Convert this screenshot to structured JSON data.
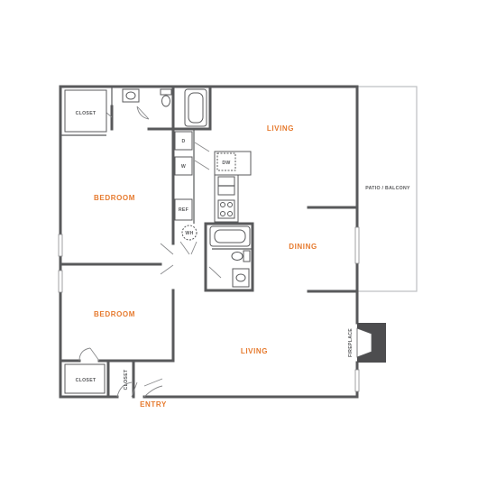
{
  "rooms": {
    "living_top": "LIVING",
    "bedroom_top": "BEDROOM",
    "dining": "DINING",
    "bedroom_bottom": "BEDROOM",
    "living_bottom": "LIVING",
    "entry": "ENTRY"
  },
  "labels": {
    "closet_top": "CLOSET",
    "closet_bottom": "CLOSET",
    "closet_vertical": "CLOSET",
    "patio": "PATIO / BALCONY",
    "fireplace": "FIREPLACE",
    "dryer": "D",
    "washer": "W",
    "refrigerator": "REF",
    "dishwasher": "DW",
    "water_heater": "WH"
  },
  "colors": {
    "wall": "#58595b",
    "room_label": "#e67a2e",
    "fireplace": "#4d4d4f",
    "patio_outline": "#bcbec0"
  }
}
